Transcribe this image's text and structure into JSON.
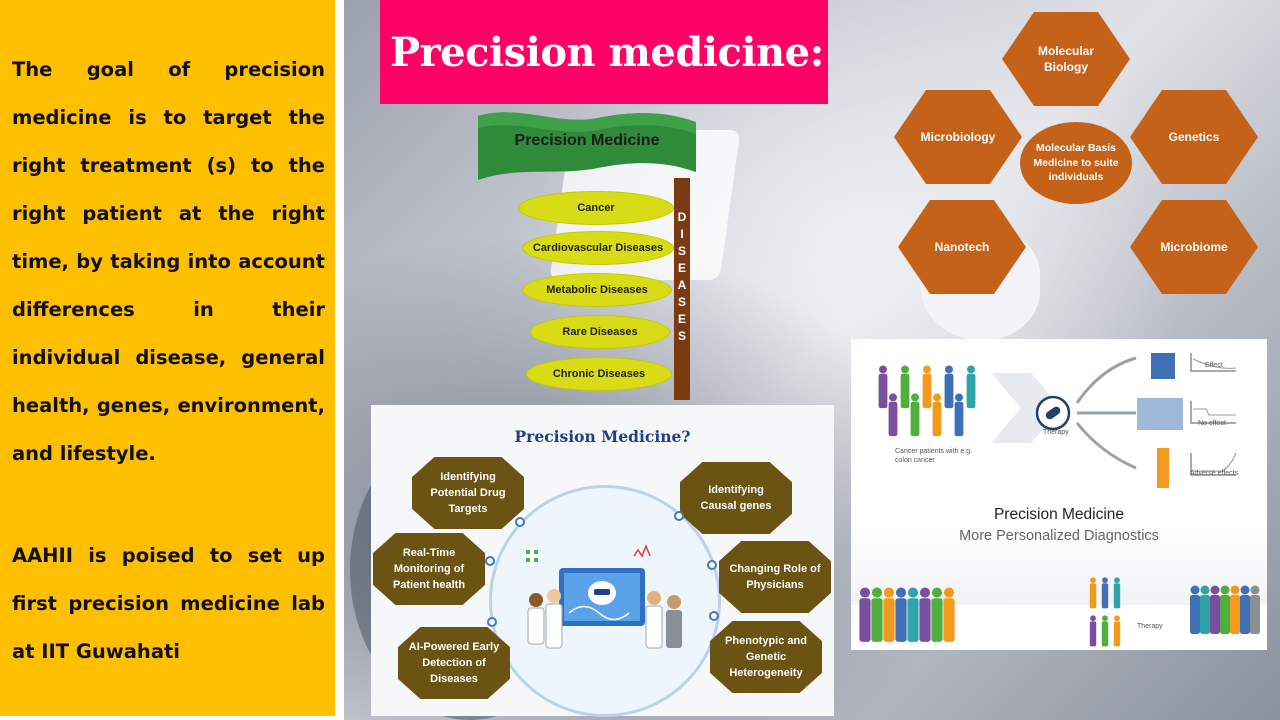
{
  "left_panel": {
    "paragraph1": "The goal of precision medicine is to target the right treatment (s) to the right patient at the right time, by taking into account differences in their individual disease, general health, genes, environment, and lifestyle.",
    "paragraph2": "AAHII is poised to set up first precision medicine lab at IIT Guwahati"
  },
  "title": "Precision medicine:",
  "signpost": {
    "flag_label": "Precision Medicine",
    "pole_letters": [
      "D",
      "I",
      "S",
      "E",
      "A",
      "S",
      "E",
      "S"
    ],
    "items": [
      "Cancer",
      "Cardiovascular Diseases",
      "Metabolic Diseases",
      "Rare Diseases",
      "Chronic Diseases"
    ]
  },
  "hex_cluster": {
    "center": "Molecular Basis Medicine to suite individuals",
    "hexagons": [
      "Molecular Biology",
      "Genetics",
      "Microbiome",
      "Nanotech",
      "Microbiology"
    ]
  },
  "infographic": {
    "title": "Precision Medicine?",
    "items": [
      "Identifying Potential Drug Targets",
      "Identifying Causal genes",
      "Real-Time Monitoring of Patient health",
      "Changing Role of Physicians",
      "AI-Powered Early Detection of Diseases",
      "Phenotypic and Genetic Heterogeneity"
    ]
  },
  "diagram": {
    "title": "Precision Medicine",
    "subtitle": "More Personalized Diagnostics",
    "patients_label": "Cancer patients with e.g. colon cancer",
    "therapy_label": "Therapy",
    "outcomes": [
      "Effect",
      "No effect",
      "Adverse effects"
    ],
    "colors": {
      "purple": "#7b4fa0",
      "blue": "#3f6fb5",
      "green": "#4fae3c",
      "orange": "#f39a1d",
      "teal": "#2fa5a9",
      "gray": "#8a8f96"
    }
  }
}
